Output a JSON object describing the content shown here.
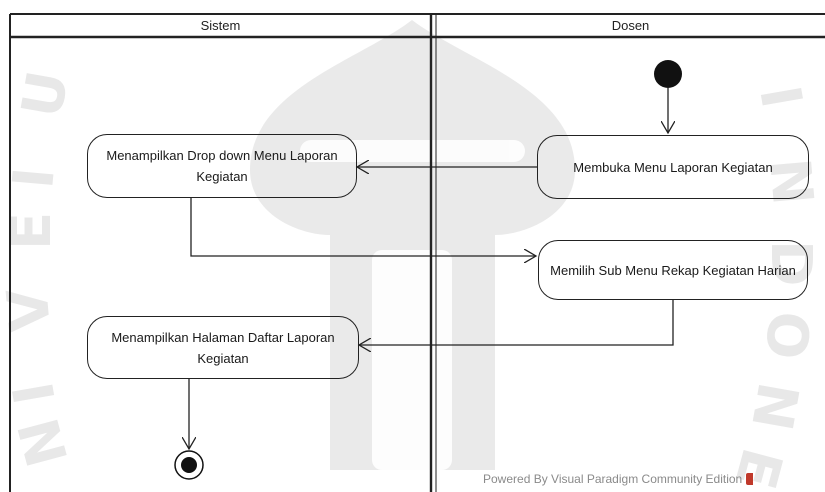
{
  "diagram": {
    "type": "uml-activity-diagram",
    "lanes": [
      {
        "id": "sistem",
        "title": "Sistem"
      },
      {
        "id": "dosen",
        "title": "Dosen"
      }
    ],
    "nodes": {
      "start": {
        "kind": "initial",
        "lane": "dosen"
      },
      "buka_menu": {
        "kind": "action",
        "lane": "dosen",
        "label": "Membuka Menu Laporan Kegiatan"
      },
      "tampil_dropdown": {
        "kind": "action",
        "lane": "sistem",
        "label": "Menampilkan Drop down Menu Laporan Kegiatan"
      },
      "pilih_sub_menu": {
        "kind": "action",
        "lane": "dosen",
        "label": "Memilih Sub Menu Rekap Kegiatan Harian"
      },
      "tampil_halaman": {
        "kind": "action",
        "lane": "sistem",
        "label": "Menampilkan Halaman Daftar Laporan Kegiatan"
      },
      "end": {
        "kind": "final",
        "lane": "sistem"
      }
    },
    "edges": [
      {
        "from": "start",
        "to": "buka_menu"
      },
      {
        "from": "buka_menu",
        "to": "tampil_dropdown"
      },
      {
        "from": "tampil_dropdown",
        "to": "pilih_sub_menu"
      },
      {
        "from": "pilih_sub_menu",
        "to": "tampil_halaman"
      },
      {
        "from": "tampil_halaman",
        "to": "end"
      }
    ]
  },
  "footer": {
    "text": "Powered By  Visual Paradigm Community Edition"
  },
  "colors": {
    "line": "#222222",
    "watermark": "#d9d9d9",
    "footer_text": "#8a8a8a",
    "footer_logo": "#c0392b"
  }
}
